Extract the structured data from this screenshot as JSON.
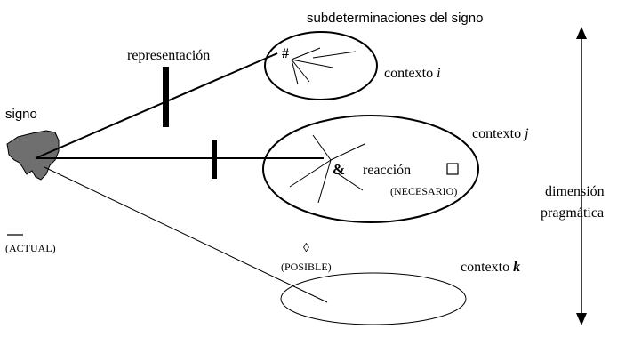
{
  "title": "subdeterminaciones del signo",
  "labels": {
    "signo": "signo",
    "representacion": "representación",
    "contexto_i_prefix": "contexto ",
    "contexto_i_var": "i",
    "contexto_j_prefix": "contexto ",
    "contexto_j_var": "j",
    "contexto_k_prefix": "contexto ",
    "contexto_k_var": "k",
    "hash": "#",
    "amp": "&",
    "reaccion": "reacción",
    "necesario": "(NECESARIO)",
    "actual_bar": "—",
    "actual": "(ACTUAL)",
    "diamond": "◊",
    "posible": "(POSIBLE)",
    "dimension_line1": "dimensión",
    "dimension_line2": "pragmática"
  },
  "colors": {
    "ink": "#000000",
    "sign_fill": "#6f6f6f",
    "background": "#ffffff"
  }
}
